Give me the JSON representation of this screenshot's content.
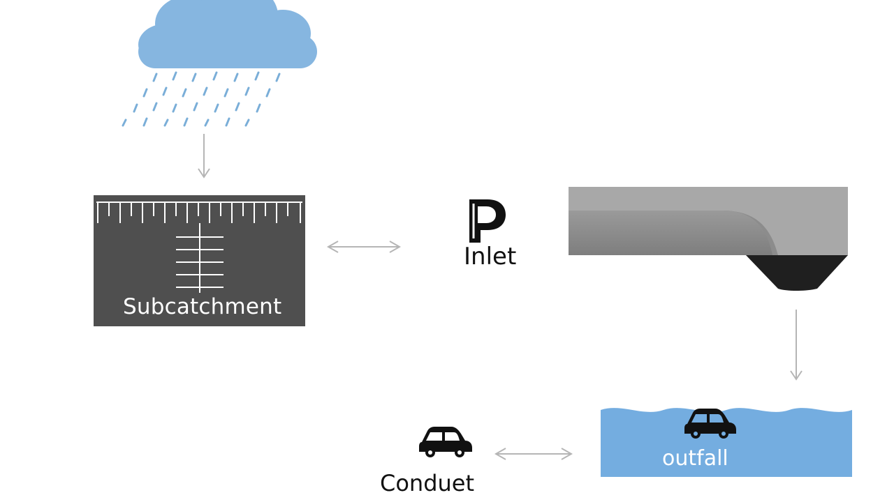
{
  "nodes": {
    "subcatchment": {
      "label": "Subcatchment"
    },
    "inlet": {
      "label": "Inlet",
      "sign_letter": "P"
    },
    "conduit": {
      "label": "Conduet"
    },
    "outfall": {
      "label": "outfall"
    }
  },
  "icons": {
    "rain_cloud": "rain-cloud-icon",
    "parking_sign": "parking-sign-icon",
    "car": "car-icon",
    "pipe": "pipe-icon",
    "water": "water-icon"
  },
  "colors": {
    "cloud": "#86b6e0",
    "rain": "#7aaed8",
    "subcatchment_fill": "#4f4f4f",
    "water": "#74ade0",
    "pipe_dark": "#1f1f1f",
    "arrow": "#b5b5b5"
  }
}
